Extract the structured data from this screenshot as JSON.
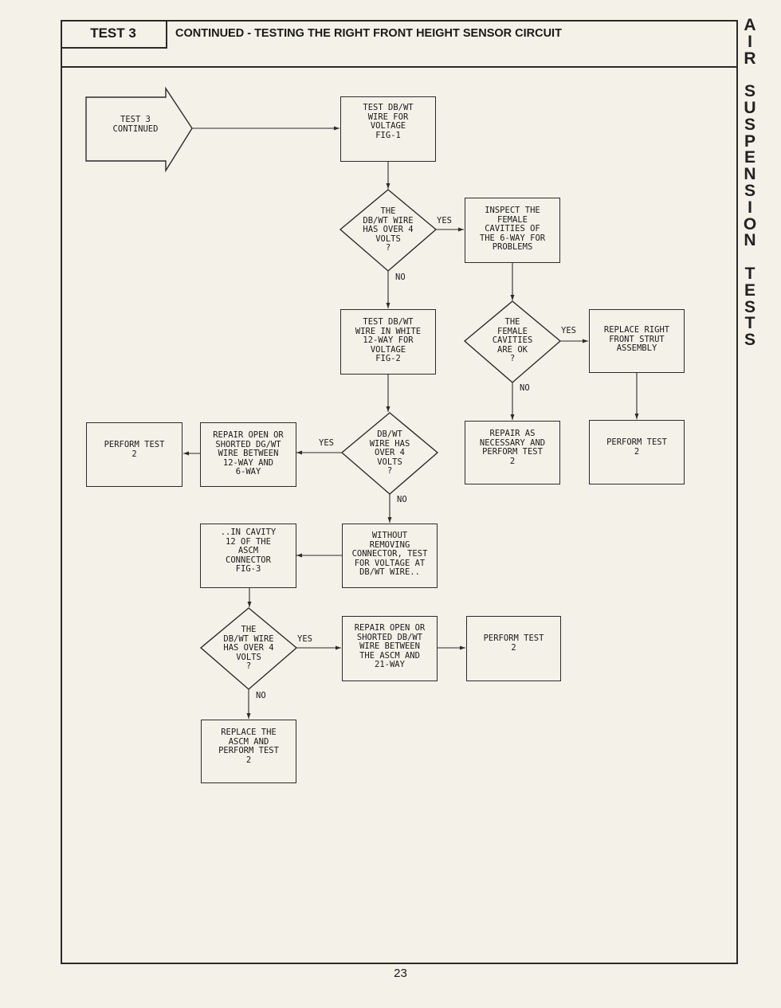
{
  "header": {
    "test_label": "TEST 3",
    "title": "CONTINUED - TESTING THE RIGHT FRONT HEIGHT SENSOR CIRCUIT"
  },
  "side_tab": [
    "A",
    "I",
    "R",
    "",
    "S",
    "U",
    "S",
    "P",
    "E",
    "N",
    "S",
    "I",
    "O",
    "N",
    "",
    "T",
    "E",
    "S",
    "T",
    "S"
  ],
  "page_number": "23",
  "flow": {
    "start": "TEST 3\nCONTINUED",
    "box_test_dbwt_fig1": "TEST DB/WT\nWIRE FOR\nVOLTAGE\nFIG-1",
    "dec_over4_a": "THE\nDB/WT WIRE\nHAS OVER 4\nVOLTS\n?",
    "box_inspect": "INSPECT THE\nFEMALE\nCAVITIES OF\nTHE 6-WAY FOR\nPROBLEMS",
    "box_test_white12": "TEST DB/WT\nWIRE IN WHITE\n12-WAY FOR\nVOLTAGE\nFIG-2",
    "dec_cavities_ok": "THE\nFEMALE\nCAVITIES\nARE OK\n?",
    "box_replace_strut": "REPLACE RIGHT\nFRONT STRUT\nASSEMBLY",
    "box_perform_left": "PERFORM TEST\n2",
    "box_repair_dgwt": "REPAIR OPEN OR\nSHORTED DG/WT\nWIRE BETWEEN\n12-WAY AND\n6-WAY",
    "dec_over4_b": "DB/WT\nWIRE HAS\nOVER 4\nVOLTS\n?",
    "box_repair_nec": "REPAIR AS\nNECESSARY AND\nPERFORM TEST\n2",
    "box_perform_right": "PERFORM TEST\n2",
    "box_in_cavity": "..IN CAVITY\n12 OF THE\nASCM\nCONNECTOR\nFIG-3",
    "box_without_removing": "WITHOUT\nREMOVING\nCONNECTOR, TEST\nFOR VOLTAGE AT\nDB/WT WIRE..",
    "dec_over4_c": "THE\nDB/WT WIRE\nHAS OVER 4\nVOLTS\n?",
    "box_repair_ascm": "REPAIR OPEN OR\nSHORTED DB/WT\nWIRE BETWEEN\nTHE ASCM AND\n21-WAY",
    "box_perform_bottom": "PERFORM TEST\n2",
    "box_replace_ascm": "REPLACE THE\nASCM AND\nPERFORM TEST\n2",
    "yes": "YES",
    "no": "NO"
  }
}
